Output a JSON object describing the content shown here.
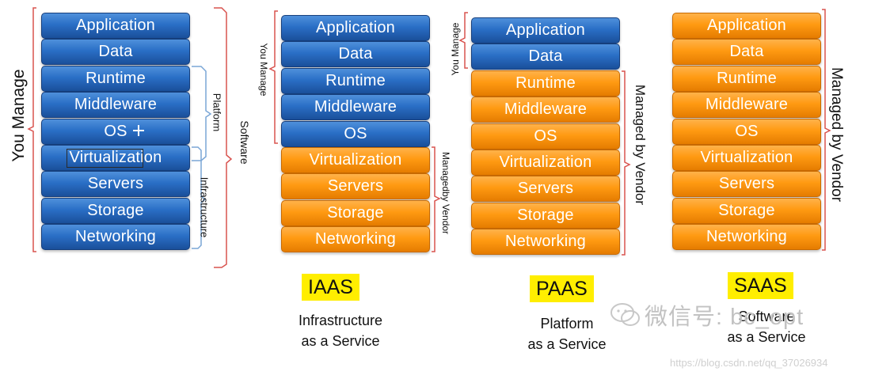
{
  "layers": [
    "Application",
    "Data",
    "Runtime",
    "Middleware",
    "OS",
    "Virtualization",
    "Servers",
    "Storage",
    "Networking"
  ],
  "stacks": [
    {
      "id": "on-premises",
      "managed_count": 9
    },
    {
      "id": "iaas",
      "managed_count": 5
    },
    {
      "id": "paas",
      "managed_count": 2
    },
    {
      "id": "saas",
      "managed_count": 0
    }
  ],
  "labels": {
    "you_manage": "You Manage",
    "platform": "Platform",
    "software": "Software",
    "infrastructure": "Infrastructure",
    "managed_by_vendor": "Managed by Vendor",
    "managed_by_vendor_compact": "Managedby Vendor"
  },
  "models": [
    {
      "badge": "IAAS",
      "line1": "Infrastructure",
      "line2": "as a Service"
    },
    {
      "badge": "PAAS",
      "line1": "Platform",
      "line2": "as a Service"
    },
    {
      "badge": "SAAS",
      "line1": "Software",
      "line2": "as a Service"
    }
  ],
  "watermark": "微信号: bc_opt",
  "credit": "https://blog.csdn.net/qq_37026934",
  "colors": {
    "managed_by_you": "#2a6fc6",
    "managed_by_vendor": "#ff9a12",
    "bracket": "#d9534f",
    "bracket_alt": "#7aa6d6",
    "badge": "#ffee00"
  },
  "icons": {
    "cursor": "crosshair-move-icon",
    "watermark": "wechat-icon"
  }
}
